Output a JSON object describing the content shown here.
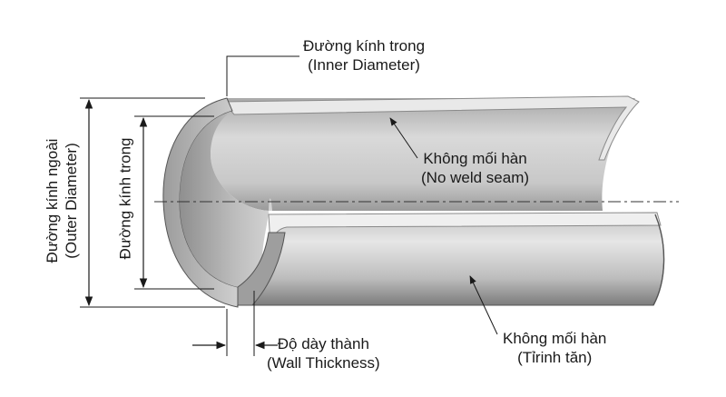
{
  "labels": {
    "inner_diameter_top": {
      "line1": "Đường kính trong",
      "line2": "(Inner Diameter)"
    },
    "inner_diameter_side": {
      "line1": "Đường kính trong"
    },
    "outer_diameter": {
      "line1": "Đường kính ngoài",
      "line2": "(Outer Diameter)"
    },
    "no_weld_seam": {
      "line1": "Không mối hàn",
      "line2": "(No weld seam)"
    },
    "no_weld_seam_lower": {
      "line1": "Không mối hàn",
      "line2": "(Tỉrinh tăn)"
    },
    "wall_thickness": {
      "line1": "Độ dày thành",
      "line2": "(Wall Thickness)"
    }
  },
  "colors": {
    "pipe_light": "#dcdcdc",
    "pipe_mid": "#b3b3b3",
    "pipe_dark": "#7a7a7a",
    "line": "#1a1a1a"
  }
}
